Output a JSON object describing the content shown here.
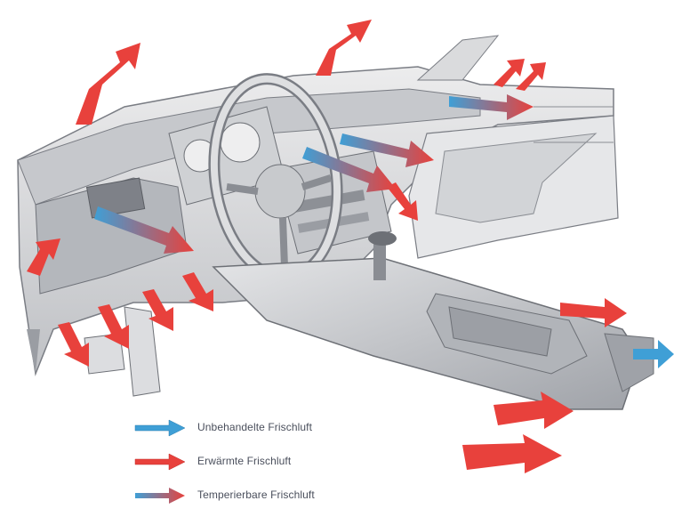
{
  "colors": {
    "fresh_air_blue": "#3f9fd6",
    "heated_air_red": "#e8413c",
    "outline_gray": "#7a7d84",
    "body_gray": "#d9dadc",
    "shadow_gray": "#a9abb0"
  },
  "legend": {
    "items": [
      {
        "label": "Unbehandelte Frischluft",
        "arrow": "blue-arrow-icon"
      },
      {
        "label": "Erwärmte Frischluft",
        "arrow": "red-arrow-icon"
      },
      {
        "label": "Temperierbare Frischluft",
        "arrow": "red-blue-arrow-icon"
      }
    ]
  }
}
